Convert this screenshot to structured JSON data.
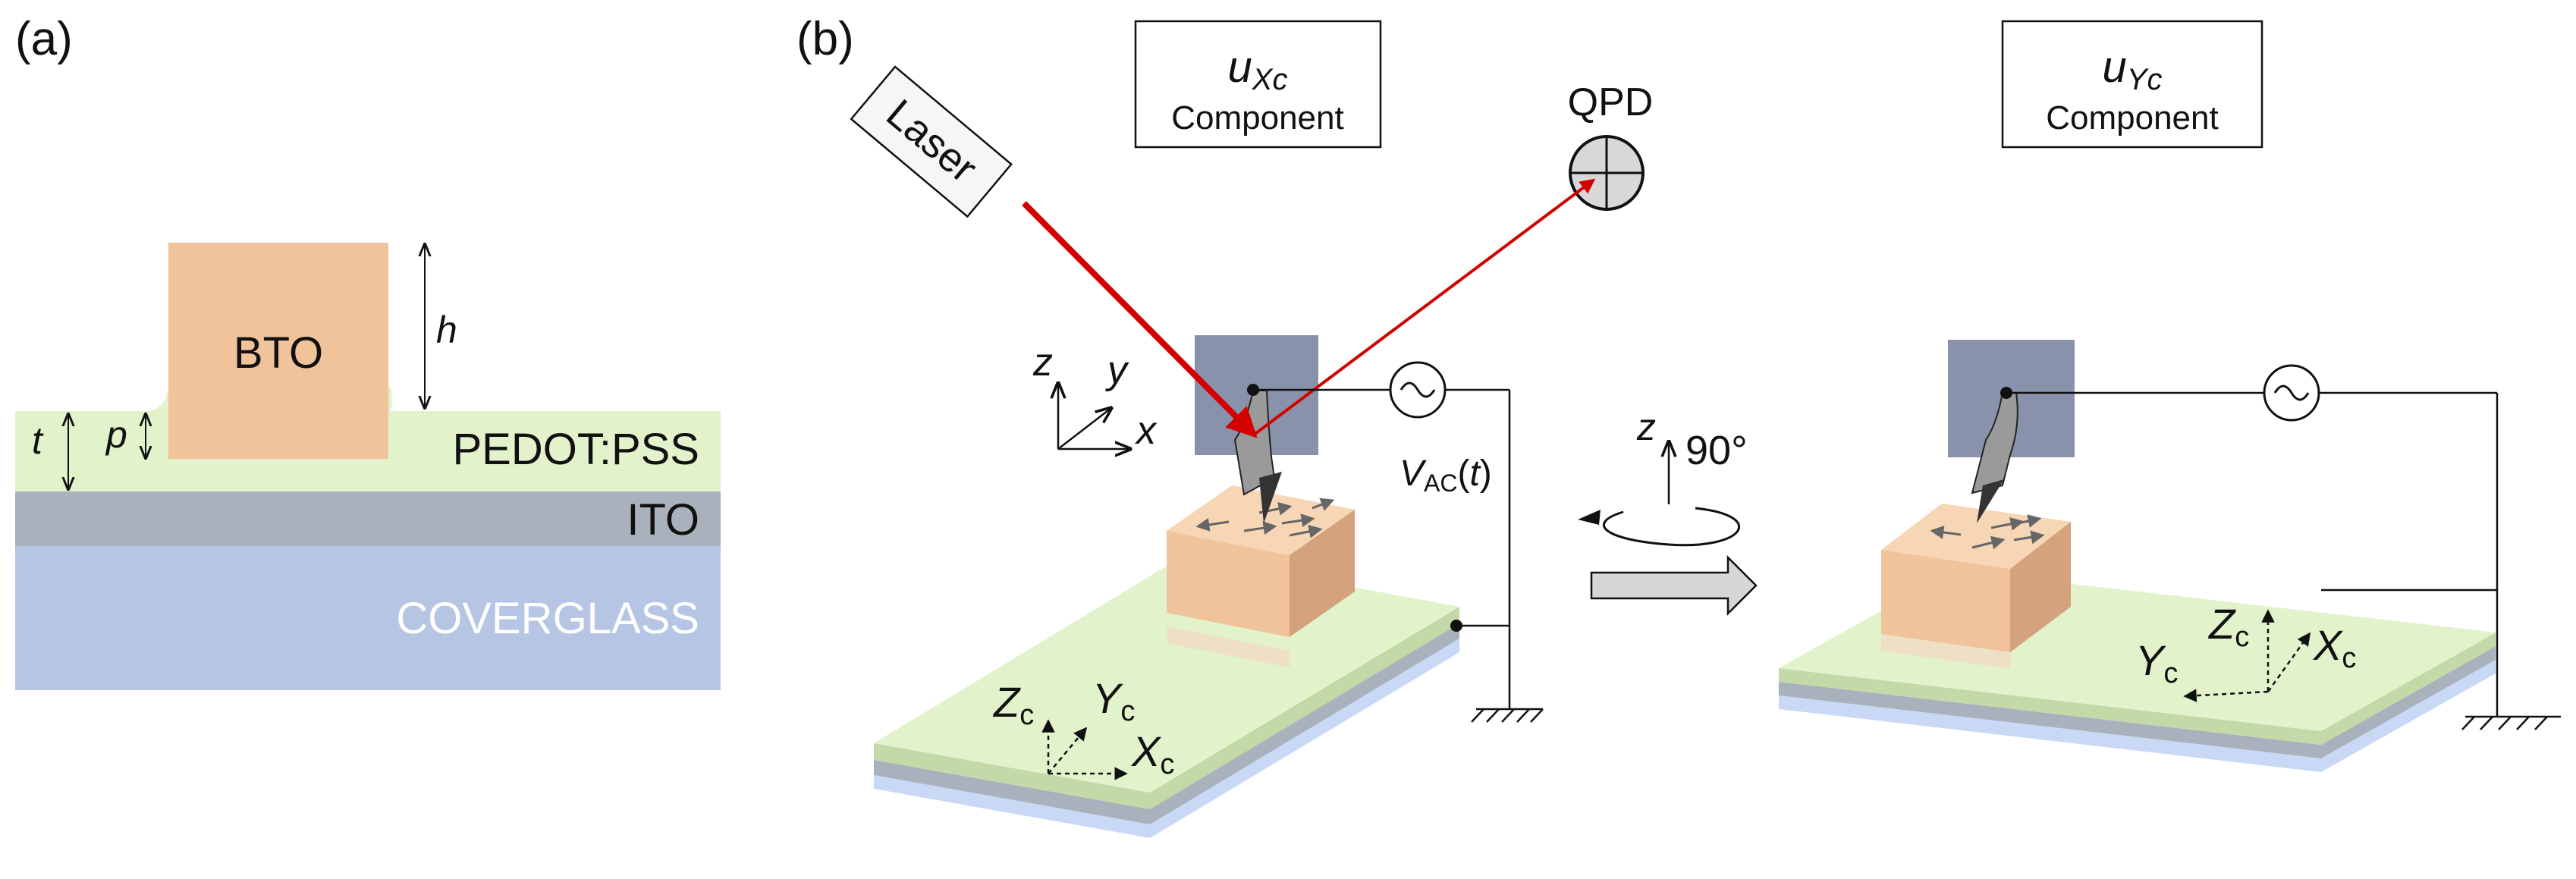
{
  "panel_a": {
    "label": "(a)",
    "layers": {
      "bto": "BTO",
      "pedot": "PEDOT:PSS",
      "ito": "ITO",
      "coverglass": "COVERGLASS"
    },
    "dims": {
      "h": "h",
      "t": "t",
      "p": "p"
    }
  },
  "panel_b": {
    "label": "(b)",
    "laser": "Laser",
    "qpd": "QPD",
    "box_left": {
      "sym": "u",
      "sub": "Xc",
      "text": "Component"
    },
    "box_right": {
      "sym": "u",
      "sub": "Yc",
      "text": "Component"
    },
    "axes": {
      "x": "x",
      "y": "y",
      "z": "z"
    },
    "vac": {
      "v": "V",
      "sub": "AC",
      "arg": "(t)",
      "open": "(",
      "close": ")"
    },
    "rotation": {
      "axis": "z",
      "angle": "90°"
    },
    "crystal_axes_left": {
      "X": "X",
      "Y": "Y",
      "Z": "Z",
      "sub": "c"
    },
    "crystal_axes_right": {
      "X": "X",
      "Y": "Y",
      "Z": "Z",
      "sub": "c"
    }
  },
  "colors": {
    "bto": "#f0c39a",
    "bto_side": "#d4a27c",
    "pedot": "#e2f2cb",
    "ito": "#a9b1bd",
    "coverglass": "#b6c5e3",
    "laser": "#d40000",
    "electrode": "#8893ab"
  }
}
